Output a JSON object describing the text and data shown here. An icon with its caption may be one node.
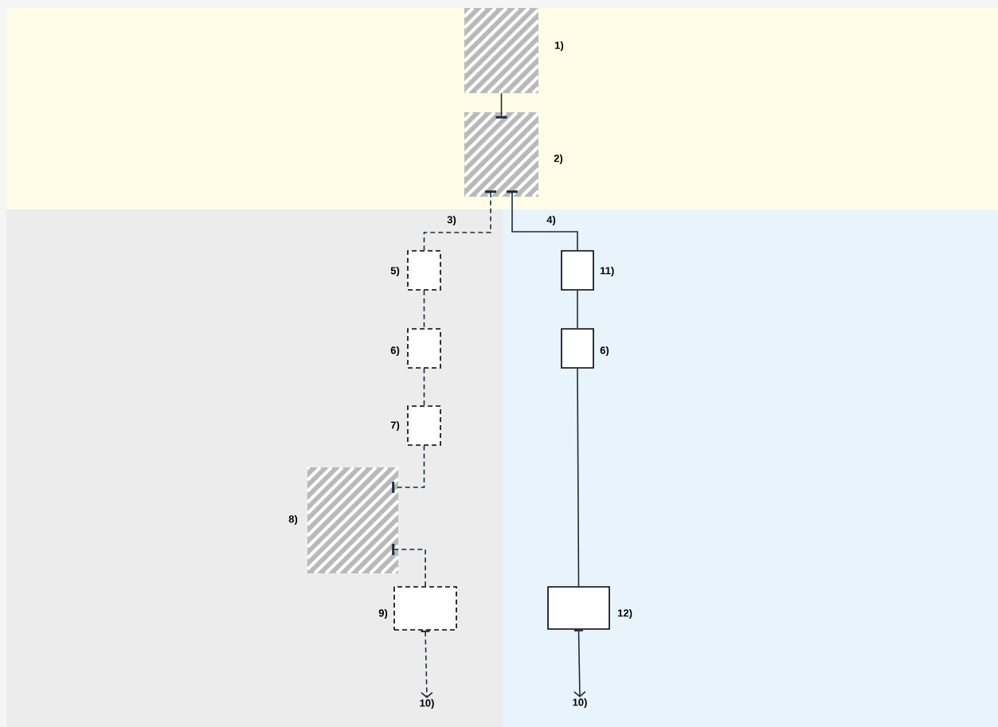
{
  "diagram": {
    "nodes": [
      {
        "text": [],
        "shape": "box",
        "beside": [
          "1)"
        ]
      },
      {
        "text": [],
        "shape": "box",
        "beside": [
          "2)"
        ]
      },
      {
        "text": [],
        "shape": "box",
        "beside": [
          "5)"
        ]
      },
      {
        "text": [],
        "shape": "box",
        "beside": [
          "6)"
        ]
      },
      {
        "text": [],
        "shape": "box",
        "beside": [
          "7)"
        ]
      },
      {
        "text": [],
        "shape": "box",
        "beside": [
          "8)"
        ]
      },
      {
        "text": [],
        "shape": "box",
        "beside": [
          "9)"
        ]
      },
      {
        "text": [
          "10)"
        ]
      },
      {
        "text": [],
        "shape": "box",
        "beside": [
          "11)"
        ]
      },
      {
        "text": [],
        "shape": "box",
        "beside": [
          "6)"
        ]
      },
      {
        "text": [],
        "shape": "box",
        "beside": [
          "12)"
        ]
      },
      {
        "text": [
          "10)"
        ]
      }
    ],
    "edges": [
      {
        "from": 0,
        "to": 1,
        "arrow": "other"
      },
      {
        "from": 2,
        "to": 1,
        "arrow": "other",
        "label": "3)",
        "style": "dashed"
      },
      {
        "from": 2,
        "to": 3,
        "arrow": "none",
        "style": "dashed"
      },
      {
        "from": 3,
        "to": 4,
        "arrow": "none",
        "style": "dashed"
      },
      {
        "from": 4,
        "to": 5,
        "arrow": "other",
        "style": "dashed"
      },
      {
        "from": 6,
        "to": 5,
        "arrow": "other",
        "style": "dashed"
      },
      {
        "from": 6,
        "to": 7,
        "arrow": "to",
        "style": "dashed"
      },
      {
        "from": 8,
        "to": 1,
        "arrow": "other",
        "label": "4)"
      },
      {
        "from": 8,
        "to": 9,
        "arrow": "none"
      },
      {
        "from": 9,
        "to": 10,
        "arrow": "none"
      },
      {
        "from": 10,
        "to": 11,
        "arrow": "to"
      }
    ]
  }
}
